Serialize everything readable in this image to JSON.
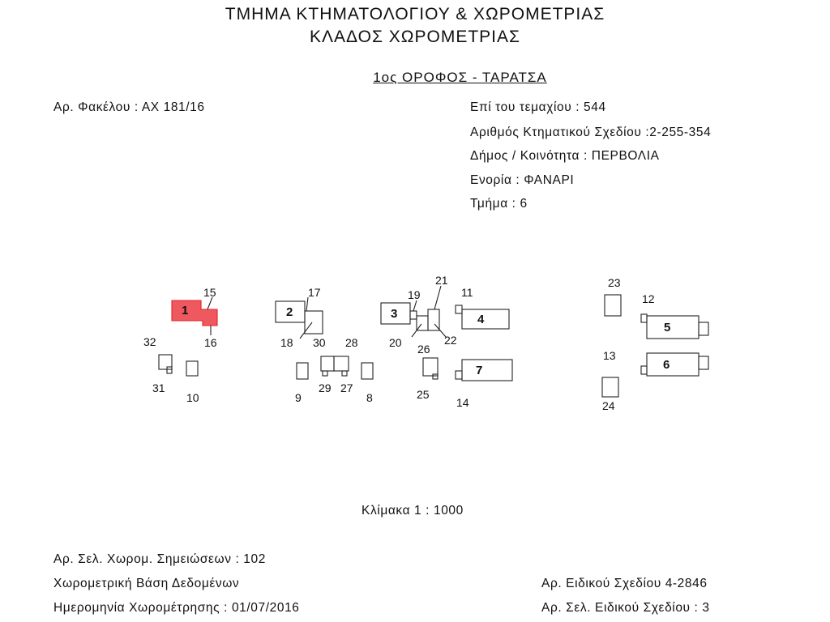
{
  "header": {
    "line1": "ΤΜΗΜΑ ΚΤΗΜΑΤΟΛΟΓΙΟΥ & ΧΩΡΟΜΕΤΡΙΑΣ",
    "line2": "ΚΛΑΔΟΣ ΧΩΡΟΜΕΤΡΙΑΣ",
    "floor": "1ος ΟΡΟΦΟΣ - ΤΑΡΑΤΣΑ"
  },
  "info_left": {
    "file_no": "Αρ. Φακέλου : ΑΧ 181/16"
  },
  "info_right": {
    "plot": "Επί του τεμαχίου : 544",
    "cadastral_plan": "Αριθμός Κτηματικού Σχεδίου :2-255-354",
    "municipality": "Δήμος / Κοινότητα : ΠΕΡΒΟΛΙΑ",
    "parish": "Ενορία : ΦΑΝΑΡΙ",
    "section": "Τμήμα : 6"
  },
  "plan": {
    "highlight_color": "#e8202a",
    "units": [
      "1",
      "2",
      "3",
      "4",
      "5",
      "6",
      "7"
    ],
    "labels": [
      "8",
      "9",
      "10",
      "11",
      "12",
      "13",
      "14",
      "15",
      "16",
      "17",
      "18",
      "19",
      "20",
      "21",
      "22",
      "23",
      "24",
      "25",
      "26",
      "27",
      "28",
      "29",
      "30",
      "31",
      "32"
    ]
  },
  "scale": "Κλίμακα 1 : 1000",
  "footer": {
    "notes_page": "Αρ. Σελ. Χωρομ. Σημειώσεων : 102",
    "database": "Χωρομετρική Βάση Δεδομένων",
    "survey_date": "Ημερομηνία Χωρομέτρησης : 01/07/2016",
    "special_plan": "Αρ. Ειδικού Σχεδίου 4-2846",
    "special_plan_page": "Αρ. Σελ. Ειδικού Σχεδίου : 3"
  }
}
